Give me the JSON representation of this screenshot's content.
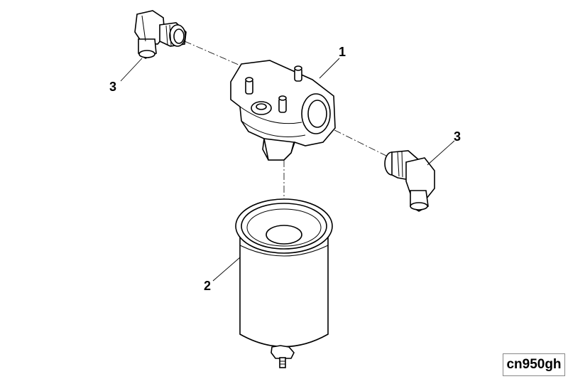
{
  "callouts": {
    "filter_head": "1",
    "filter_element": "2",
    "elbow_left": "3",
    "elbow_right": "3"
  },
  "reference_code": "cn950gh"
}
